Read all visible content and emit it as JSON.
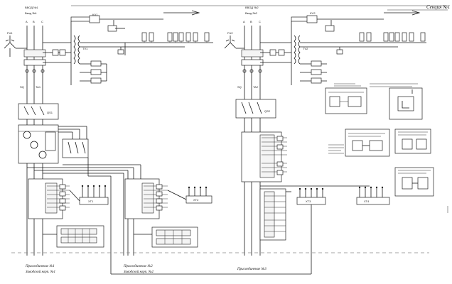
{
  "header": {
    "left_input_label": "ВВОД №1",
    "left_input_sub": "Ввод №1",
    "right_input_label": "ВВОД №2",
    "right_input_sub": "Ввод №2",
    "sheet_label": "Секция №1"
  },
  "phases": [
    "A",
    "B",
    "C"
  ],
  "bottom_labels": {
    "left_1": "Присоединение №1",
    "left_1b": "Заводской корп. №1",
    "left_2": "Присоединение №2",
    "left_2b": "Заводской корп. №2",
    "right_1": "Присоединение №3"
  },
  "tags": {
    "fu1": "FU1",
    "fu2": "FU2",
    "qs1": "QS1",
    "qs2": "QS2",
    "t1": "TV1",
    "t2": "TV2",
    "kv": "KV1",
    "kv2": "KV2"
  },
  "colors": {
    "wire": "#1a1a1a",
    "background": "#ffffff",
    "dash": "#888888"
  }
}
